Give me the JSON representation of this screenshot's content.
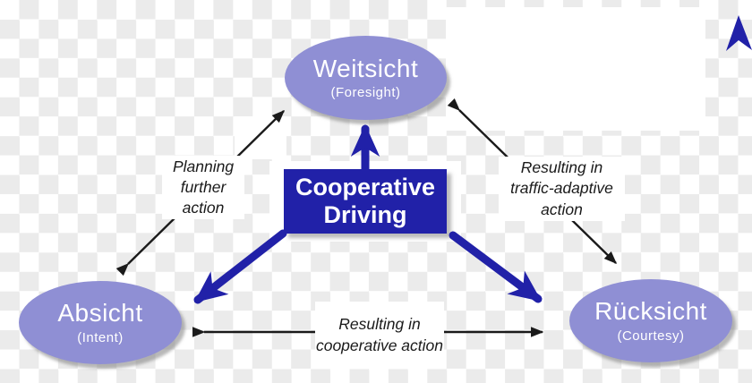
{
  "diagram": {
    "center_box": {
      "label": "Cooperative Driving"
    },
    "nodes": [
      {
        "id": "weitsicht",
        "label": "Weitsicht",
        "sublabel": "(Foresight)"
      },
      {
        "id": "absicht",
        "label": "Absicht",
        "sublabel": "(Intent)"
      },
      {
        "id": "ruecksicht",
        "label": "Rücksicht",
        "sublabel": "(Courtesy)"
      }
    ],
    "edge_labels": [
      {
        "id": "planning",
        "text": "Planning further action"
      },
      {
        "id": "traffic_adaptive",
        "text": "Resulting in traffic-adaptive action"
      },
      {
        "id": "cooperative",
        "text": "Resulting in cooperative action"
      }
    ],
    "colors": {
      "node_fill": "#8f8fd4",
      "node_text": "#ffffff",
      "center_fill": "#2121a8",
      "center_text": "#ffffff",
      "blue_arrow": "#2121a8",
      "black_arrow": "#1a1a1a",
      "checker_white": "#ffffff",
      "checker_gray": "#ebebeb"
    }
  }
}
